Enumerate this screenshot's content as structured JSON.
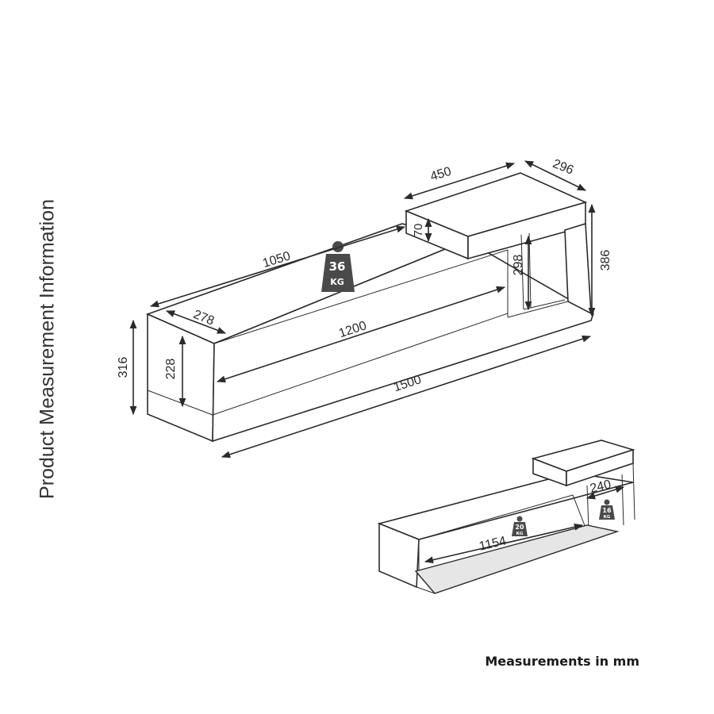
{
  "title": "Product Measurement Information",
  "units_note": "Measurements in mm",
  "main_view": {
    "dimensions": {
      "total_width": "1500",
      "main_unit_length": "1050",
      "front_opening": "1200",
      "main_depth": "278",
      "total_height": "316",
      "inner_height": "228",
      "upper_width": "450",
      "upper_depth": "296",
      "upper_height": "386",
      "upper_inner_height": "298",
      "top_thickness": "70"
    },
    "load": {
      "value": "36",
      "unit": "KG"
    }
  },
  "open_view": {
    "dimensions": {
      "inner_width": "1154",
      "compartment_width": "240"
    },
    "loads": [
      {
        "value": "20",
        "unit": "KG"
      },
      {
        "value": "16",
        "unit": "KG"
      }
    ]
  }
}
